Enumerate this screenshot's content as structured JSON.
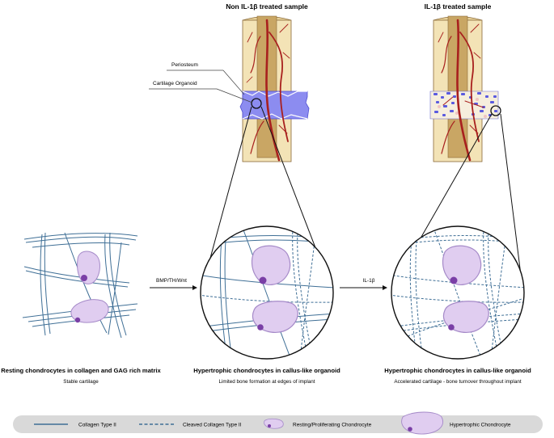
{
  "top_titles": {
    "left": "Non IL-1β treated sample",
    "right": "IL-1β treated sample"
  },
  "callouts": {
    "periosteum": "Periosteum",
    "cartilage_organoid": "Cartilage Organoid"
  },
  "arrows": {
    "first": "BMP/TH/Wnt",
    "second": "IL-1β"
  },
  "panels": [
    {
      "title": "Resting chondrocytes in collagen and GAG rich matrix",
      "subtitle": "Stable cartilage"
    },
    {
      "title": "Hypertrophic chondrocytes in callus-like organoid",
      "subtitle": "Limited bone formation at edges of implant"
    },
    {
      "title": "Hypertrophic chondrocytes in callus-like organoid",
      "subtitle": "Accelerated cartilage - bone turnover throughout implant"
    }
  ],
  "legend": [
    {
      "label": "Collagen Type II",
      "icon": "solid-line-icon"
    },
    {
      "label": "Cleaved Collagen Type II",
      "icon": "dashed-line-icon"
    },
    {
      "label": "Resting/Proliferating Chondrocyte",
      "icon": "small-cell-icon"
    },
    {
      "label": "Hypertrophic Chondrocyte",
      "icon": "large-cell-icon"
    }
  ],
  "colors": {
    "collagen": "#3f6f96",
    "cell_fill": "#e0cdf0",
    "cell_stroke": "#a58ac8",
    "nucleus": "#7a3fa6",
    "bone": "#f3e3b6",
    "bone_outline": "#8a6a3a",
    "marrow": "#c9a664",
    "vessel": "#a8201e",
    "cartilage": "#8c8cf0",
    "legend_bg": "#d9d9d9"
  }
}
